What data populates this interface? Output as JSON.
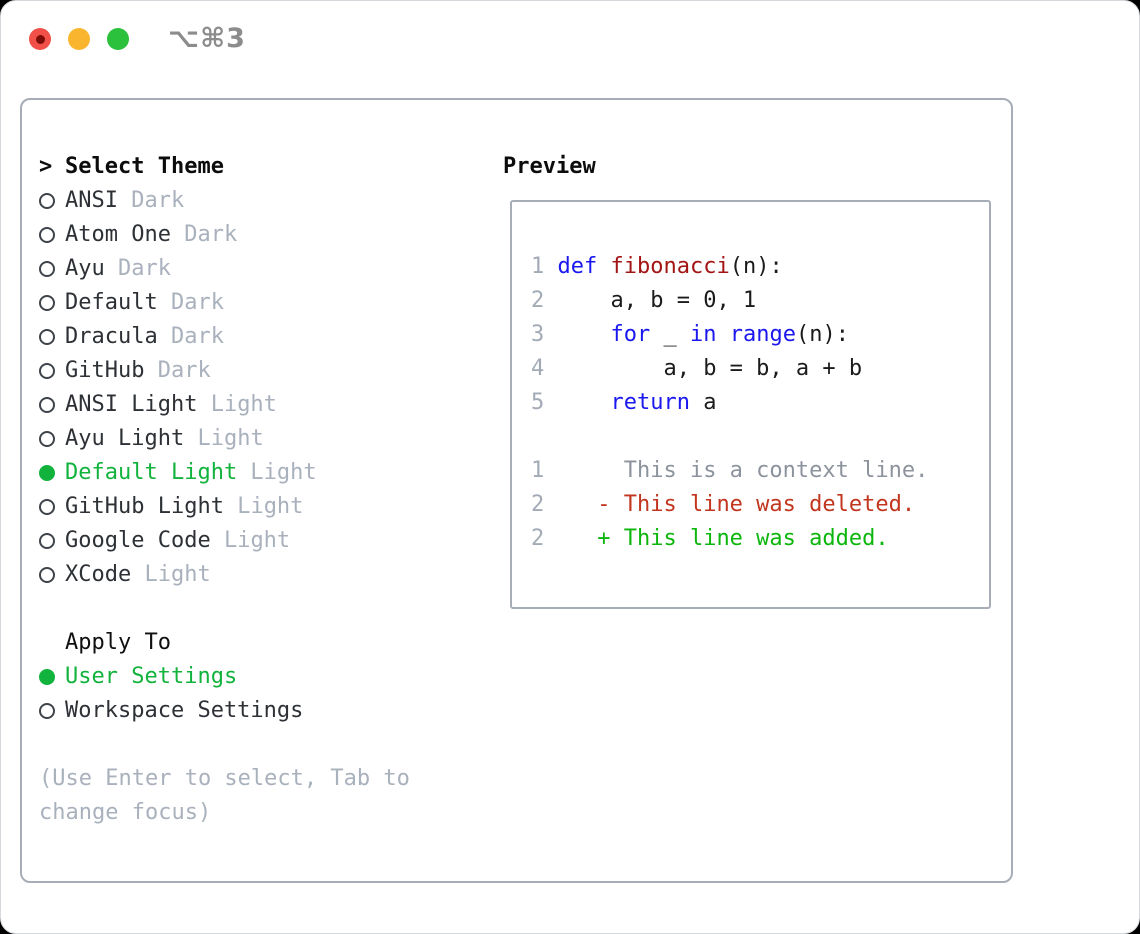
{
  "titlebar": {
    "shortcut": "⌥⌘3"
  },
  "theme_panel": {
    "header_prefix": ">",
    "header": "Select Theme",
    "items": [
      {
        "name": "ANSI",
        "variant": "Dark",
        "selected": false
      },
      {
        "name": "Atom One",
        "variant": "Dark",
        "selected": false
      },
      {
        "name": "Ayu",
        "variant": "Dark",
        "selected": false
      },
      {
        "name": "Default",
        "variant": "Dark",
        "selected": false
      },
      {
        "name": "Dracula",
        "variant": "Dark",
        "selected": false
      },
      {
        "name": "GitHub",
        "variant": "Dark",
        "selected": false
      },
      {
        "name": "ANSI Light",
        "variant": "Light",
        "selected": false
      },
      {
        "name": "Ayu Light",
        "variant": "Light",
        "selected": false
      },
      {
        "name": "Default Light",
        "variant": "Light",
        "selected": true
      },
      {
        "name": "GitHub Light",
        "variant": "Light",
        "selected": false
      },
      {
        "name": "Google Code",
        "variant": "Light",
        "selected": false
      },
      {
        "name": "XCode",
        "variant": "Light",
        "selected": false
      }
    ],
    "apply_to": {
      "header": "Apply To",
      "options": [
        {
          "label": "User Settings",
          "selected": true
        },
        {
          "label": "Workspace Settings",
          "selected": false
        }
      ]
    },
    "help_lines": [
      "(Use Enter to select, Tab to",
      "change focus)"
    ]
  },
  "preview": {
    "header": "Preview",
    "lines": [
      {
        "num": "1",
        "tokens": [
          [
            "kw",
            "def"
          ],
          [
            "pl",
            " "
          ],
          [
            "fn",
            "fibonacci"
          ],
          [
            "pl",
            "(n):"
          ]
        ]
      },
      {
        "num": "2",
        "tokens": [
          [
            "pl",
            "    a, b = 0, 1"
          ]
        ]
      },
      {
        "num": "3",
        "tokens": [
          [
            "pl",
            "    "
          ],
          [
            "kw",
            "for"
          ],
          [
            "pl",
            " _ "
          ],
          [
            "kw",
            "in"
          ],
          [
            "pl",
            " "
          ],
          [
            "kw",
            "range"
          ],
          [
            "pl",
            "(n):"
          ]
        ]
      },
      {
        "num": "4",
        "tokens": [
          [
            "pl",
            "        a, b = b, a + b"
          ]
        ]
      },
      {
        "num": "5",
        "tokens": [
          [
            "pl",
            "    "
          ],
          [
            "kw",
            "return"
          ],
          [
            "pl",
            " a"
          ]
        ]
      },
      {
        "num": "",
        "tokens": []
      },
      {
        "num": "1",
        "tokens": [
          [
            "ctx",
            "     This is a context line."
          ]
        ]
      },
      {
        "num": "2",
        "tokens": [
          [
            "del",
            "   - This line was deleted."
          ]
        ]
      },
      {
        "num": "2",
        "tokens": [
          [
            "add",
            "   + This line was added."
          ]
        ]
      }
    ]
  },
  "colors": {
    "selection_green": "#12b33d",
    "keyword_blue": "#1a18ee",
    "function_red": "#a31515",
    "diff_deleted_red": "#c2351e",
    "diff_added_green": "#0db60d",
    "context_gray": "#8d939c",
    "line_number_gray": "#a2aab6",
    "muted_gray": "#a9b1bd",
    "text_dark": "#2d3136",
    "panel_border_gray": "#a6adb7",
    "traffic_red": "#f05048",
    "traffic_yellow": "#f9b52d",
    "traffic_green": "#2cc13c"
  }
}
